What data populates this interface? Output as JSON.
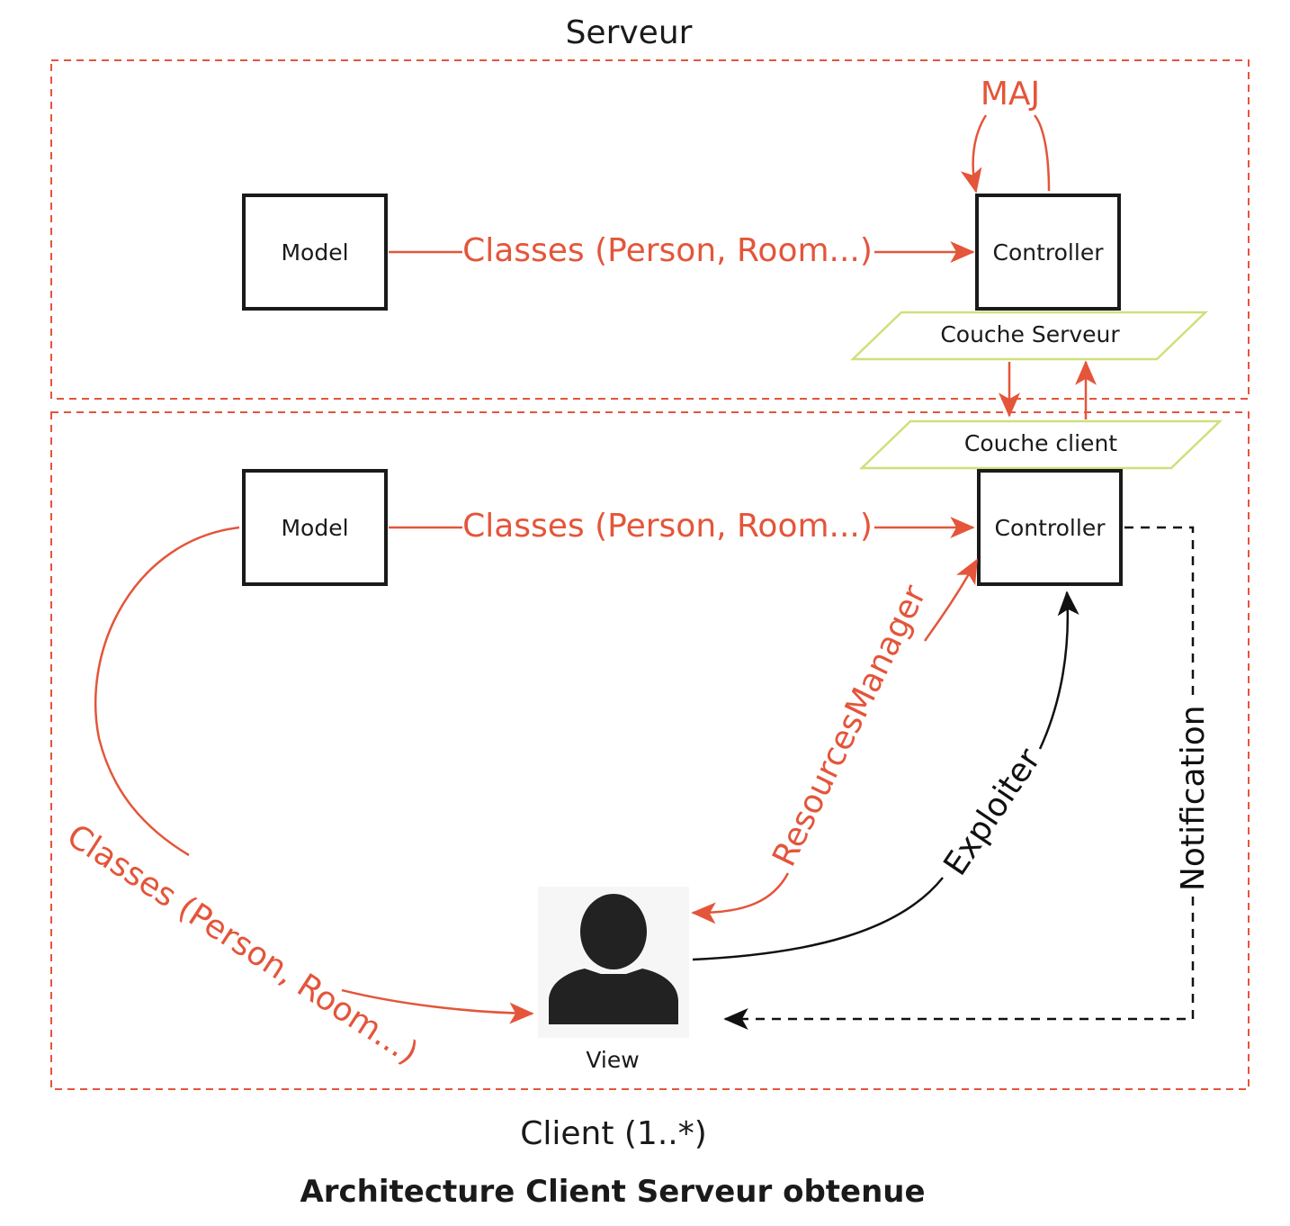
{
  "zones": {
    "server_label": "Serveur",
    "client_label": "Client (1..*)"
  },
  "server": {
    "model": "Model",
    "controller": "Controller",
    "arrow_label": "Classes (Person, Room...)",
    "self_loop_label": "MAJ",
    "layer": "Couche Serveur"
  },
  "client": {
    "layer": "Couche client",
    "model": "Model",
    "controller": "Controller",
    "arrow_label": "Classes (Person, Room...)",
    "resources_label": "ResourcesManager",
    "exploit_label": "Exploiter",
    "notification_label": "Notification",
    "model_to_view_label": "Classes (Person, Room...)",
    "view": "View"
  },
  "caption": "Architecture Client Serveur obtenue",
  "colors": {
    "accent": "#e4553a",
    "layer_border": "#cfe07a",
    "box_border": "#1a1a1a"
  }
}
